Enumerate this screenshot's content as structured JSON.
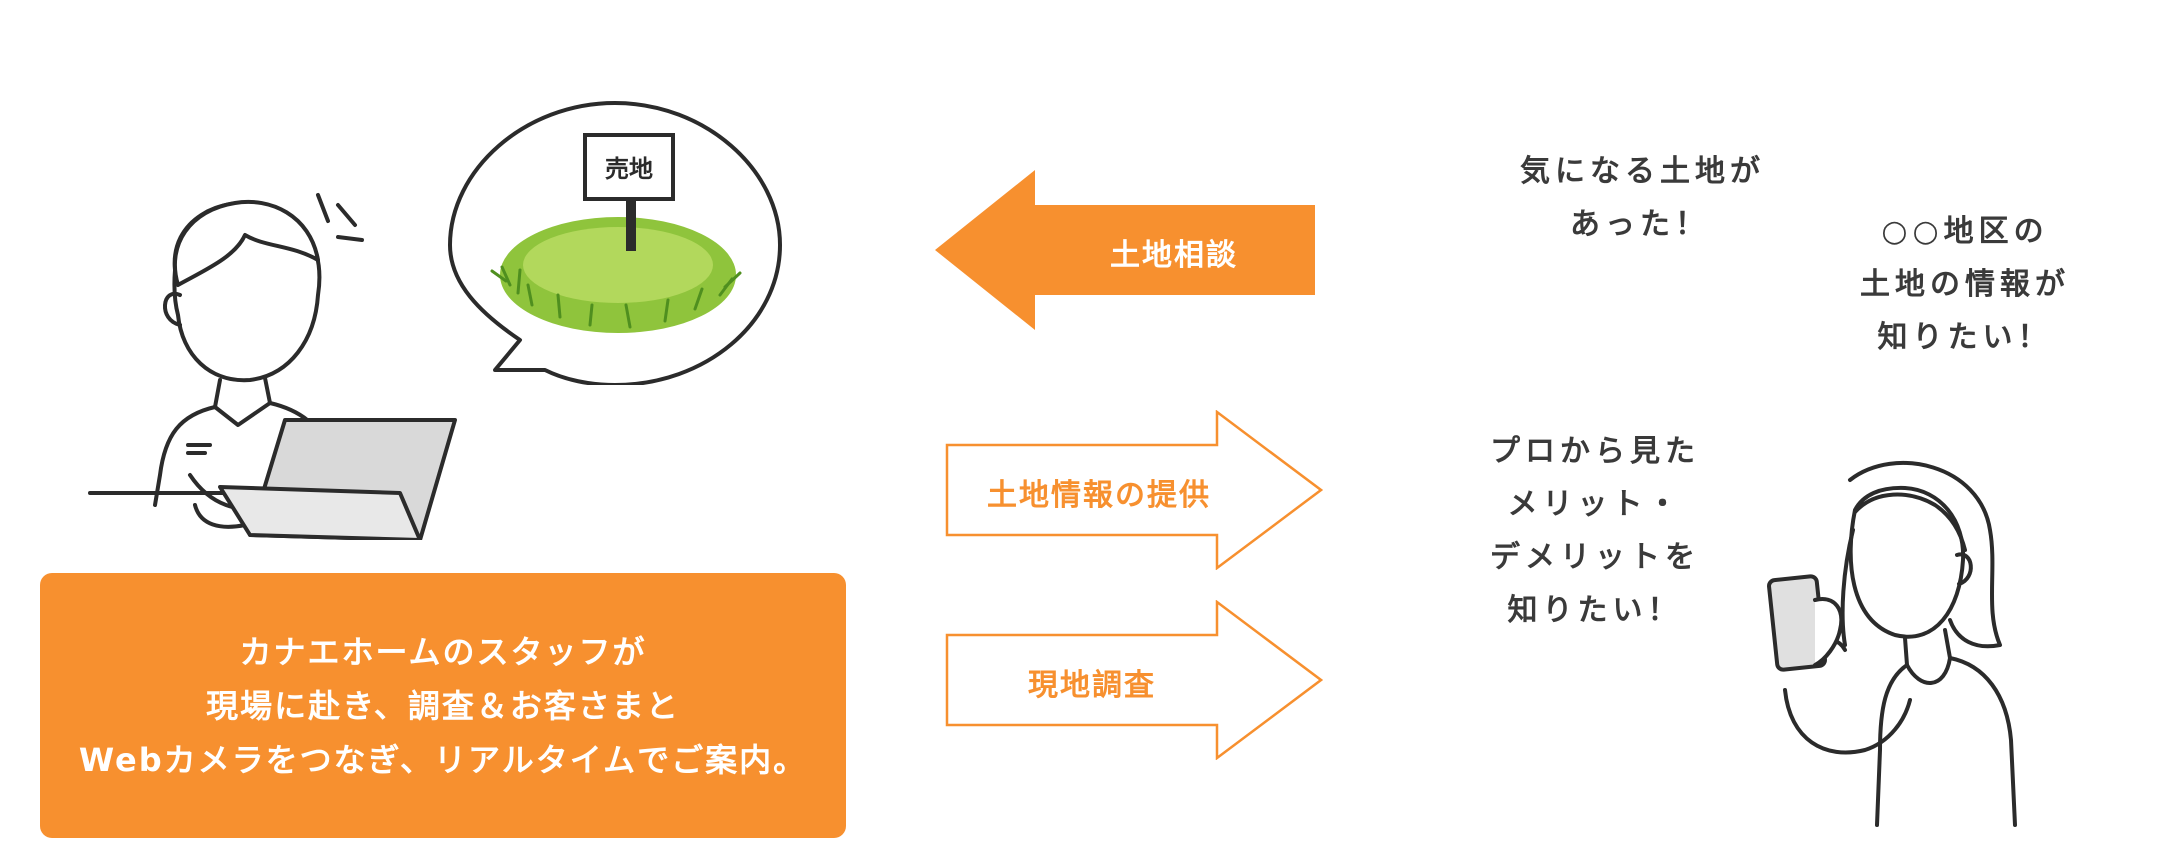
{
  "bubble": {
    "sign_label": "売地"
  },
  "arrows": {
    "consult_label": "土地相談",
    "info_label": "土地情報の提供",
    "survey_label": "現地調査"
  },
  "caption": {
    "lines": [
      "カナエホームのスタッフが",
      "現場に赴き、調査＆お客さまと",
      "Webカメラをつなぎ、リアルタイムでご案内。"
    ]
  },
  "customer": {
    "interest_lines": [
      "気になる土地が",
      "あった！"
    ],
    "area_info_lines": [
      "○○地区の",
      "土地の情報が",
      "知りたい！"
    ],
    "merit_lines": [
      "プロから見た",
      "メリット・",
      "デメリットを",
      "知りたい！"
    ]
  },
  "colors": {
    "accent": "#f7902f",
    "text": "#3a3a3a",
    "grass": "#8fc43c"
  }
}
